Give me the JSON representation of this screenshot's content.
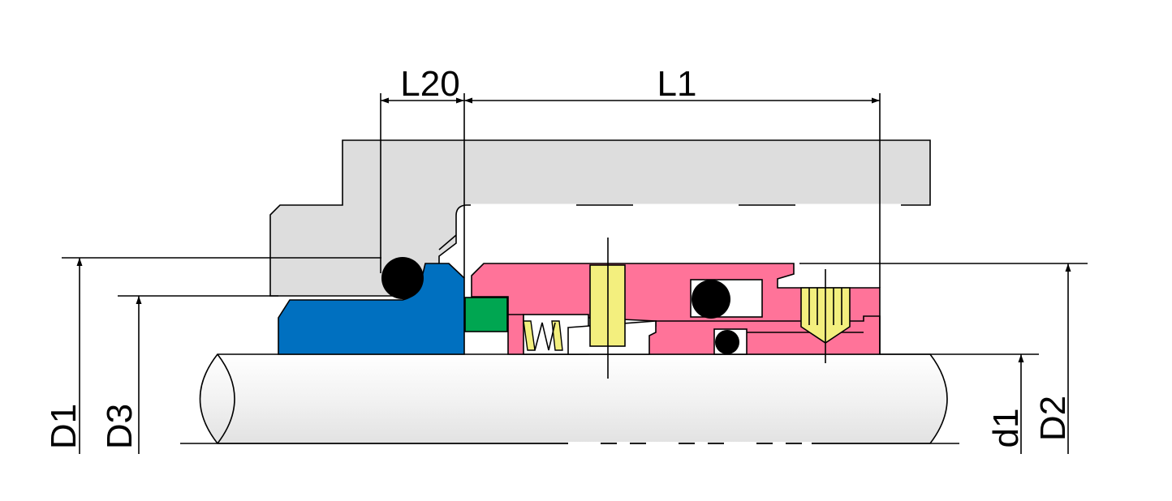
{
  "diagram": {
    "labels": {
      "L20": "L20",
      "L1": "L1",
      "D1": "D1",
      "D3": "D3",
      "d1": "d1",
      "D2": "D2"
    },
    "colors": {
      "housing": "#dddddd",
      "seat": "#0070c0",
      "rotating_parts": "#ff7399",
      "face_ring": "#00a651",
      "spring_pins": "#f3ef7e",
      "shaft": "#f4f4f4",
      "o_rings": "#000000"
    }
  }
}
